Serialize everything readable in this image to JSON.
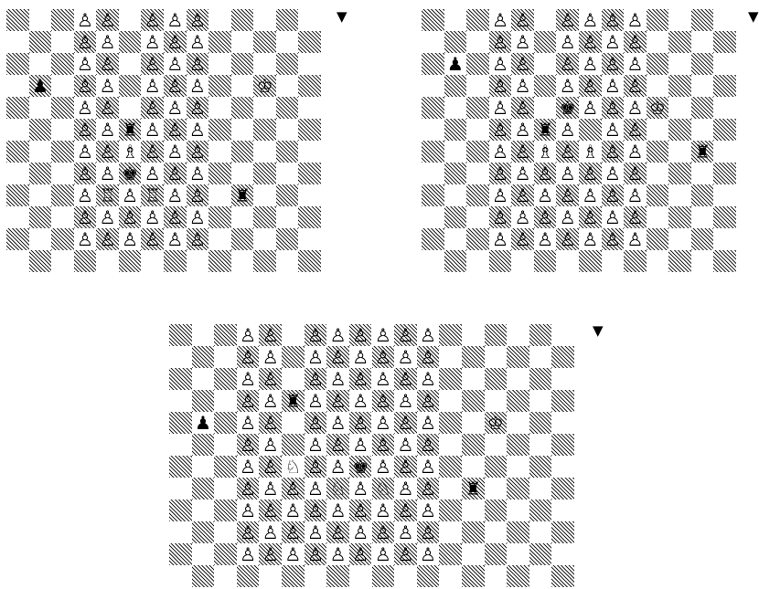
{
  "boards": [
    {
      "name": "board-top-left",
      "turn_marker": "▼",
      "files": 14,
      "ranks": 12,
      "pieces": [
        {
          "f": 3,
          "r": 0,
          "p": "♙"
        },
        {
          "f": 4,
          "r": 0,
          "p": "♙"
        },
        {
          "f": 6,
          "r": 0,
          "p": "♙"
        },
        {
          "f": 7,
          "r": 0,
          "p": "♙"
        },
        {
          "f": 8,
          "r": 0,
          "p": "♙"
        },
        {
          "f": 3,
          "r": 1,
          "p": "♙"
        },
        {
          "f": 4,
          "r": 1,
          "p": "♙"
        },
        {
          "f": 6,
          "r": 1,
          "p": "♙"
        },
        {
          "f": 7,
          "r": 1,
          "p": "♙"
        },
        {
          "f": 8,
          "r": 1,
          "p": "♙"
        },
        {
          "f": 3,
          "r": 2,
          "p": "♙"
        },
        {
          "f": 4,
          "r": 2,
          "p": "♙"
        },
        {
          "f": 6,
          "r": 2,
          "p": "♙"
        },
        {
          "f": 7,
          "r": 2,
          "p": "♙"
        },
        {
          "f": 8,
          "r": 2,
          "p": "♙"
        },
        {
          "f": 1,
          "r": 3,
          "p": "♟"
        },
        {
          "f": 3,
          "r": 3,
          "p": "♙"
        },
        {
          "f": 4,
          "r": 3,
          "p": "♙"
        },
        {
          "f": 6,
          "r": 3,
          "p": "♙"
        },
        {
          "f": 7,
          "r": 3,
          "p": "♙"
        },
        {
          "f": 8,
          "r": 3,
          "p": "♙"
        },
        {
          "f": 11,
          "r": 3,
          "p": "♔"
        },
        {
          "f": 3,
          "r": 4,
          "p": "♙"
        },
        {
          "f": 4,
          "r": 4,
          "p": "♙"
        },
        {
          "f": 6,
          "r": 4,
          "p": "♙"
        },
        {
          "f": 7,
          "r": 4,
          "p": "♙"
        },
        {
          "f": 8,
          "r": 4,
          "p": "♙"
        },
        {
          "f": 3,
          "r": 5,
          "p": "♙"
        },
        {
          "f": 4,
          "r": 5,
          "p": "♙"
        },
        {
          "f": 5,
          "r": 5,
          "p": "♜"
        },
        {
          "f": 6,
          "r": 5,
          "p": "♙"
        },
        {
          "f": 7,
          "r": 5,
          "p": "♙"
        },
        {
          "f": 8,
          "r": 5,
          "p": "♙"
        },
        {
          "f": 3,
          "r": 6,
          "p": "♙"
        },
        {
          "f": 4,
          "r": 6,
          "p": "♙"
        },
        {
          "f": 5,
          "r": 6,
          "p": "♗"
        },
        {
          "f": 6,
          "r": 6,
          "p": "♙"
        },
        {
          "f": 7,
          "r": 6,
          "p": "♙"
        },
        {
          "f": 8,
          "r": 6,
          "p": "♙"
        },
        {
          "f": 3,
          "r": 7,
          "p": "♙"
        },
        {
          "f": 4,
          "r": 7,
          "p": "♙"
        },
        {
          "f": 5,
          "r": 7,
          "p": "♚"
        },
        {
          "f": 6,
          "r": 7,
          "p": "♙"
        },
        {
          "f": 7,
          "r": 7,
          "p": "♙"
        },
        {
          "f": 8,
          "r": 7,
          "p": "♙"
        },
        {
          "f": 3,
          "r": 8,
          "p": "♙"
        },
        {
          "f": 4,
          "r": 8,
          "p": "♖"
        },
        {
          "f": 5,
          "r": 8,
          "p": "♙"
        },
        {
          "f": 6,
          "r": 8,
          "p": "♖"
        },
        {
          "f": 7,
          "r": 8,
          "p": "♙"
        },
        {
          "f": 8,
          "r": 8,
          "p": "♙"
        },
        {
          "f": 10,
          "r": 8,
          "p": "♜"
        },
        {
          "f": 3,
          "r": 9,
          "p": "♙"
        },
        {
          "f": 4,
          "r": 9,
          "p": "♙"
        },
        {
          "f": 5,
          "r": 9,
          "p": "♙"
        },
        {
          "f": 6,
          "r": 9,
          "p": "♙"
        },
        {
          "f": 7,
          "r": 9,
          "p": "♙"
        },
        {
          "f": 8,
          "r": 9,
          "p": "♙"
        },
        {
          "f": 3,
          "r": 10,
          "p": "♙"
        },
        {
          "f": 4,
          "r": 10,
          "p": "♙"
        },
        {
          "f": 5,
          "r": 10,
          "p": "♙"
        },
        {
          "f": 6,
          "r": 10,
          "p": "♙"
        },
        {
          "f": 7,
          "r": 10,
          "p": "♙"
        },
        {
          "f": 8,
          "r": 10,
          "p": "♙"
        }
      ]
    },
    {
      "name": "board-top-right",
      "turn_marker": "▼",
      "files": 14,
      "ranks": 12,
      "pieces": [
        {
          "f": 3,
          "r": 0,
          "p": "♙"
        },
        {
          "f": 4,
          "r": 0,
          "p": "♙"
        },
        {
          "f": 6,
          "r": 0,
          "p": "♙"
        },
        {
          "f": 7,
          "r": 0,
          "p": "♙"
        },
        {
          "f": 8,
          "r": 0,
          "p": "♙"
        },
        {
          "f": 9,
          "r": 0,
          "p": "♙"
        },
        {
          "f": 3,
          "r": 1,
          "p": "♙"
        },
        {
          "f": 4,
          "r": 1,
          "p": "♙"
        },
        {
          "f": 6,
          "r": 1,
          "p": "♙"
        },
        {
          "f": 7,
          "r": 1,
          "p": "♙"
        },
        {
          "f": 8,
          "r": 1,
          "p": "♙"
        },
        {
          "f": 9,
          "r": 1,
          "p": "♙"
        },
        {
          "f": 1,
          "r": 2,
          "p": "♟"
        },
        {
          "f": 3,
          "r": 2,
          "p": "♙"
        },
        {
          "f": 4,
          "r": 2,
          "p": "♙"
        },
        {
          "f": 6,
          "r": 2,
          "p": "♙"
        },
        {
          "f": 7,
          "r": 2,
          "p": "♙"
        },
        {
          "f": 8,
          "r": 2,
          "p": "♙"
        },
        {
          "f": 9,
          "r": 2,
          "p": "♙"
        },
        {
          "f": 3,
          "r": 3,
          "p": "♙"
        },
        {
          "f": 4,
          "r": 3,
          "p": "♙"
        },
        {
          "f": 6,
          "r": 3,
          "p": "♙"
        },
        {
          "f": 7,
          "r": 3,
          "p": "♙"
        },
        {
          "f": 8,
          "r": 3,
          "p": "♙"
        },
        {
          "f": 9,
          "r": 3,
          "p": "♙"
        },
        {
          "f": 3,
          "r": 4,
          "p": "♙"
        },
        {
          "f": 4,
          "r": 4,
          "p": "♙"
        },
        {
          "f": 6,
          "r": 4,
          "p": "♚"
        },
        {
          "f": 7,
          "r": 4,
          "p": "♙"
        },
        {
          "f": 8,
          "r": 4,
          "p": "♙"
        },
        {
          "f": 9,
          "r": 4,
          "p": "♙"
        },
        {
          "f": 10,
          "r": 4,
          "p": "♔"
        },
        {
          "f": 3,
          "r": 5,
          "p": "♙"
        },
        {
          "f": 4,
          "r": 5,
          "p": "♙"
        },
        {
          "f": 5,
          "r": 5,
          "p": "♜"
        },
        {
          "f": 6,
          "r": 5,
          "p": "♙"
        },
        {
          "f": 8,
          "r": 5,
          "p": "♙"
        },
        {
          "f": 9,
          "r": 5,
          "p": "♙"
        },
        {
          "f": 3,
          "r": 6,
          "p": "♙"
        },
        {
          "f": 4,
          "r": 6,
          "p": "♙"
        },
        {
          "f": 5,
          "r": 6,
          "p": "♗"
        },
        {
          "f": 6,
          "r": 6,
          "p": "♙"
        },
        {
          "f": 7,
          "r": 6,
          "p": "♗"
        },
        {
          "f": 8,
          "r": 6,
          "p": "♙"
        },
        {
          "f": 9,
          "r": 6,
          "p": "♙"
        },
        {
          "f": 12,
          "r": 6,
          "p": "♜"
        },
        {
          "f": 3,
          "r": 7,
          "p": "♙"
        },
        {
          "f": 4,
          "r": 7,
          "p": "♙"
        },
        {
          "f": 5,
          "r": 7,
          "p": "♙"
        },
        {
          "f": 6,
          "r": 7,
          "p": "♙"
        },
        {
          "f": 7,
          "r": 7,
          "p": "♙"
        },
        {
          "f": 8,
          "r": 7,
          "p": "♙"
        },
        {
          "f": 9,
          "r": 7,
          "p": "♙"
        },
        {
          "f": 3,
          "r": 8,
          "p": "♙"
        },
        {
          "f": 4,
          "r": 8,
          "p": "♙"
        },
        {
          "f": 5,
          "r": 8,
          "p": "♙"
        },
        {
          "f": 6,
          "r": 8,
          "p": "♙"
        },
        {
          "f": 7,
          "r": 8,
          "p": "♙"
        },
        {
          "f": 8,
          "r": 8,
          "p": "♙"
        },
        {
          "f": 9,
          "r": 8,
          "p": "♙"
        },
        {
          "f": 3,
          "r": 9,
          "p": "♙"
        },
        {
          "f": 4,
          "r": 9,
          "p": "♙"
        },
        {
          "f": 5,
          "r": 9,
          "p": "♙"
        },
        {
          "f": 6,
          "r": 9,
          "p": "♙"
        },
        {
          "f": 7,
          "r": 9,
          "p": "♙"
        },
        {
          "f": 8,
          "r": 9,
          "p": "♙"
        },
        {
          "f": 9,
          "r": 9,
          "p": "♙"
        },
        {
          "f": 3,
          "r": 10,
          "p": "♙"
        },
        {
          "f": 4,
          "r": 10,
          "p": "♙"
        },
        {
          "f": 5,
          "r": 10,
          "p": "♙"
        },
        {
          "f": 6,
          "r": 10,
          "p": "♙"
        },
        {
          "f": 7,
          "r": 10,
          "p": "♙"
        },
        {
          "f": 8,
          "r": 10,
          "p": "♙"
        },
        {
          "f": 9,
          "r": 10,
          "p": "♙"
        }
      ]
    },
    {
      "name": "board-bottom",
      "turn_marker": "▼",
      "files": 18,
      "ranks": 12,
      "pieces": [
        {
          "f": 3,
          "r": 0,
          "p": "♙"
        },
        {
          "f": 4,
          "r": 0,
          "p": "♙"
        },
        {
          "f": 6,
          "r": 0,
          "p": "♙"
        },
        {
          "f": 7,
          "r": 0,
          "p": "♙"
        },
        {
          "f": 8,
          "r": 0,
          "p": "♙"
        },
        {
          "f": 9,
          "r": 0,
          "p": "♙"
        },
        {
          "f": 10,
          "r": 0,
          "p": "♙"
        },
        {
          "f": 11,
          "r": 0,
          "p": "♙"
        },
        {
          "f": 3,
          "r": 1,
          "p": "♙"
        },
        {
          "f": 4,
          "r": 1,
          "p": "♙"
        },
        {
          "f": 6,
          "r": 1,
          "p": "♙"
        },
        {
          "f": 7,
          "r": 1,
          "p": "♙"
        },
        {
          "f": 8,
          "r": 1,
          "p": "♙"
        },
        {
          "f": 9,
          "r": 1,
          "p": "♙"
        },
        {
          "f": 10,
          "r": 1,
          "p": "♙"
        },
        {
          "f": 11,
          "r": 1,
          "p": "♙"
        },
        {
          "f": 3,
          "r": 2,
          "p": "♙"
        },
        {
          "f": 4,
          "r": 2,
          "p": "♙"
        },
        {
          "f": 6,
          "r": 2,
          "p": "♙"
        },
        {
          "f": 7,
          "r": 2,
          "p": "♙"
        },
        {
          "f": 8,
          "r": 2,
          "p": "♙"
        },
        {
          "f": 9,
          "r": 2,
          "p": "♙"
        },
        {
          "f": 10,
          "r": 2,
          "p": "♙"
        },
        {
          "f": 11,
          "r": 2,
          "p": "♙"
        },
        {
          "f": 3,
          "r": 3,
          "p": "♙"
        },
        {
          "f": 4,
          "r": 3,
          "p": "♙"
        },
        {
          "f": 5,
          "r": 3,
          "p": "♜"
        },
        {
          "f": 6,
          "r": 3,
          "p": "♙"
        },
        {
          "f": 7,
          "r": 3,
          "p": "♙"
        },
        {
          "f": 8,
          "r": 3,
          "p": "♙"
        },
        {
          "f": 9,
          "r": 3,
          "p": "♙"
        },
        {
          "f": 10,
          "r": 3,
          "p": "♙"
        },
        {
          "f": 11,
          "r": 3,
          "p": "♙"
        },
        {
          "f": 1,
          "r": 4,
          "p": "♟"
        },
        {
          "f": 3,
          "r": 4,
          "p": "♙"
        },
        {
          "f": 4,
          "r": 4,
          "p": "♙"
        },
        {
          "f": 6,
          "r": 4,
          "p": "♙"
        },
        {
          "f": 7,
          "r": 4,
          "p": "♙"
        },
        {
          "f": 8,
          "r": 4,
          "p": "♙"
        },
        {
          "f": 9,
          "r": 4,
          "p": "♙"
        },
        {
          "f": 10,
          "r": 4,
          "p": "♙"
        },
        {
          "f": 11,
          "r": 4,
          "p": "♙"
        },
        {
          "f": 14,
          "r": 4,
          "p": "♔"
        },
        {
          "f": 3,
          "r": 5,
          "p": "♙"
        },
        {
          "f": 4,
          "r": 5,
          "p": "♙"
        },
        {
          "f": 6,
          "r": 5,
          "p": "♙"
        },
        {
          "f": 7,
          "r": 5,
          "p": "♙"
        },
        {
          "f": 8,
          "r": 5,
          "p": "♙"
        },
        {
          "f": 9,
          "r": 5,
          "p": "♙"
        },
        {
          "f": 10,
          "r": 5,
          "p": "♙"
        },
        {
          "f": 11,
          "r": 5,
          "p": "♙"
        },
        {
          "f": 3,
          "r": 6,
          "p": "♙"
        },
        {
          "f": 4,
          "r": 6,
          "p": "♙"
        },
        {
          "f": 5,
          "r": 6,
          "p": "♘"
        },
        {
          "f": 6,
          "r": 6,
          "p": "♙"
        },
        {
          "f": 7,
          "r": 6,
          "p": "♙"
        },
        {
          "f": 8,
          "r": 6,
          "p": "♚"
        },
        {
          "f": 9,
          "r": 6,
          "p": "♙"
        },
        {
          "f": 10,
          "r": 6,
          "p": "♙"
        },
        {
          "f": 11,
          "r": 6,
          "p": "♙"
        },
        {
          "f": 3,
          "r": 7,
          "p": "♙"
        },
        {
          "f": 4,
          "r": 7,
          "p": "♙"
        },
        {
          "f": 5,
          "r": 7,
          "p": "♙"
        },
        {
          "f": 6,
          "r": 7,
          "p": "♙"
        },
        {
          "f": 7,
          "r": 7,
          "p": "♘"
        },
        {
          "f": 8,
          "r": 7,
          "p": "♙"
        },
        {
          "f": 9,
          "r": 7,
          "p": "♘"
        },
        {
          "f": 10,
          "r": 7,
          "p": "♙"
        },
        {
          "f": 11,
          "r": 7,
          "p": "♙"
        },
        {
          "f": 13,
          "r": 7,
          "p": "♜"
        },
        {
          "f": 3,
          "r": 8,
          "p": "♙"
        },
        {
          "f": 4,
          "r": 8,
          "p": "♙"
        },
        {
          "f": 5,
          "r": 8,
          "p": "♙"
        },
        {
          "f": 6,
          "r": 8,
          "p": "♙"
        },
        {
          "f": 7,
          "r": 8,
          "p": "♙"
        },
        {
          "f": 8,
          "r": 8,
          "p": "♙"
        },
        {
          "f": 9,
          "r": 8,
          "p": "♙"
        },
        {
          "f": 10,
          "r": 8,
          "p": "♙"
        },
        {
          "f": 11,
          "r": 8,
          "p": "♙"
        },
        {
          "f": 3,
          "r": 9,
          "p": "♙"
        },
        {
          "f": 4,
          "r": 9,
          "p": "♙"
        },
        {
          "f": 5,
          "r": 9,
          "p": "♙"
        },
        {
          "f": 6,
          "r": 9,
          "p": "♙"
        },
        {
          "f": 7,
          "r": 9,
          "p": "♙"
        },
        {
          "f": 8,
          "r": 9,
          "p": "♙"
        },
        {
          "f": 9,
          "r": 9,
          "p": "♙"
        },
        {
          "f": 10,
          "r": 9,
          "p": "♙"
        },
        {
          "f": 11,
          "r": 9,
          "p": "♙"
        },
        {
          "f": 3,
          "r": 10,
          "p": "♙"
        },
        {
          "f": 4,
          "r": 10,
          "p": "♙"
        },
        {
          "f": 5,
          "r": 10,
          "p": "♙"
        },
        {
          "f": 6,
          "r": 10,
          "p": "♙"
        },
        {
          "f": 7,
          "r": 10,
          "p": "♙"
        },
        {
          "f": 8,
          "r": 10,
          "p": "♙"
        },
        {
          "f": 9,
          "r": 10,
          "p": "♙"
        },
        {
          "f": 10,
          "r": 10,
          "p": "♙"
        },
        {
          "f": 11,
          "r": 10,
          "p": "♙"
        }
      ]
    }
  ]
}
